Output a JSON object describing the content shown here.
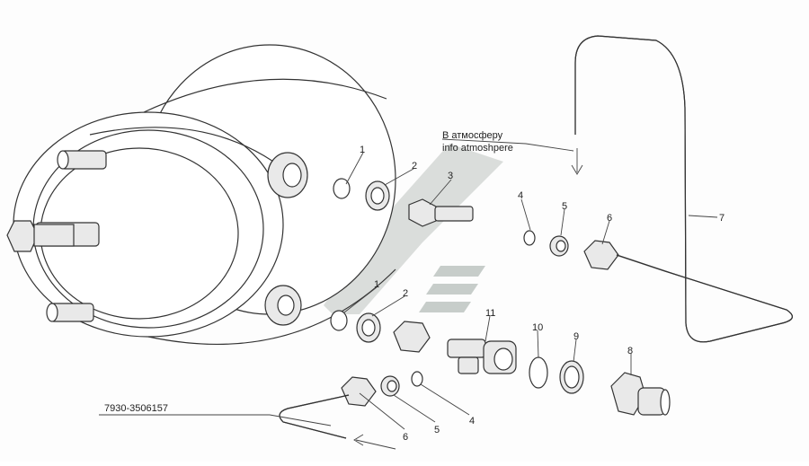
{
  "diagram": {
    "atmosphere_label_ru": "В атмосферу",
    "atmosphere_label_en": "info atmoshpere",
    "part_number": "7930-3506157",
    "callouts": [
      "1",
      "2",
      "3",
      "4",
      "5",
      "6",
      "7",
      "1",
      "2",
      "11",
      "10",
      "9",
      "8",
      "6",
      "5",
      "4"
    ]
  },
  "colors": {
    "watermark": "#c7cdca",
    "line": "#333333"
  }
}
